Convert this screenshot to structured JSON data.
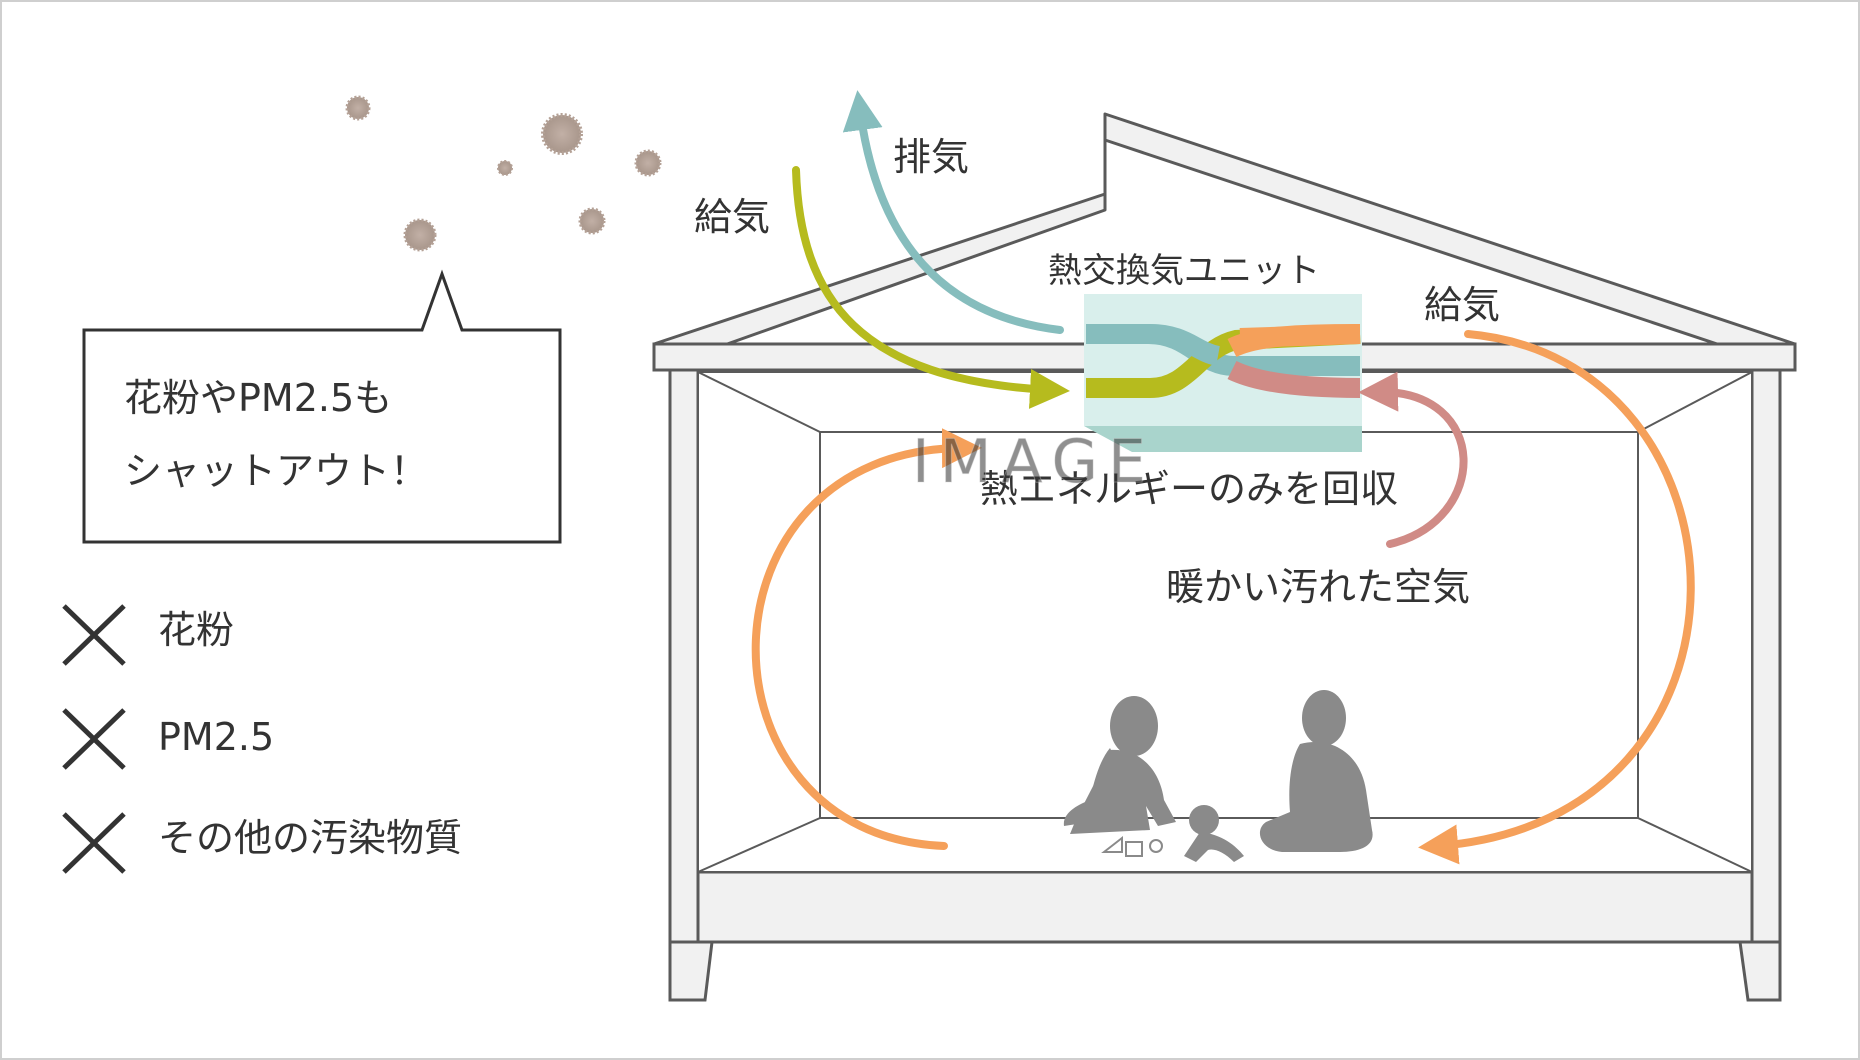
{
  "labels": {
    "exhaust": "排気",
    "supply_left": "給気",
    "supply_right": "給気",
    "unit_name": "熱交換気ユニット",
    "energy_recovery": "熱エネルギーのみを回収",
    "warm_dirty_air": "暖かい汚れた空気",
    "watermark": "IMAGE"
  },
  "callout": {
    "line1": "花粉やPM2.5も",
    "line2": "シャットアウト！"
  },
  "blocked_items": [
    "花粉",
    "PM2.5",
    "その他の汚染物質"
  ],
  "colors": {
    "frame": "#5a5a5a",
    "wall_fill": "#f1f1f1",
    "supply_outdoor": "#b6bb1e",
    "exhaust": "#86bdbd",
    "supply_indoor": "#f5a05a",
    "return_air": "#d08b86",
    "unit_body": "#d9efec",
    "unit_base": "#a9d4cc",
    "particles": "#b4a196",
    "people": "#8a8a8a",
    "text": "#333333"
  }
}
